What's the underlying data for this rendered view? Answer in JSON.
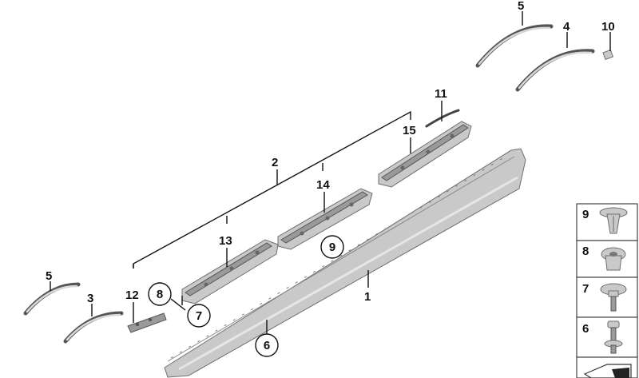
{
  "callouts": {
    "c1": "1",
    "c2": "2",
    "c3": "3",
    "c4": "4",
    "c5a": "5",
    "c5b": "5",
    "c6": "6",
    "c7": "7",
    "c8": "8",
    "c9": "9",
    "c10": "10",
    "c11": "11",
    "c12": "12",
    "c13": "13",
    "c14": "14",
    "c15": "15"
  },
  "legend": {
    "items": [
      {
        "label": "9"
      },
      {
        "label": "8"
      },
      {
        "label": "7"
      },
      {
        "label": "6"
      }
    ]
  }
}
